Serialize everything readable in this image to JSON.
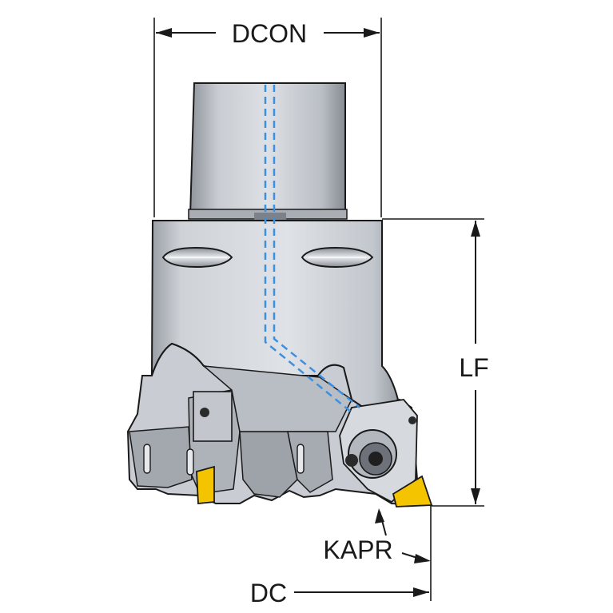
{
  "labels": {
    "dcon": "DCON",
    "lf": "LF",
    "kapr": "KAPR",
    "dc": "DC"
  },
  "colors": {
    "body_light": "#d9dde2",
    "body_mid": "#b7bcc3",
    "body_dark": "#8c9198",
    "coolant": "#3d8fe0",
    "insert": "#f4c400",
    "line": "#1a1a1a"
  }
}
